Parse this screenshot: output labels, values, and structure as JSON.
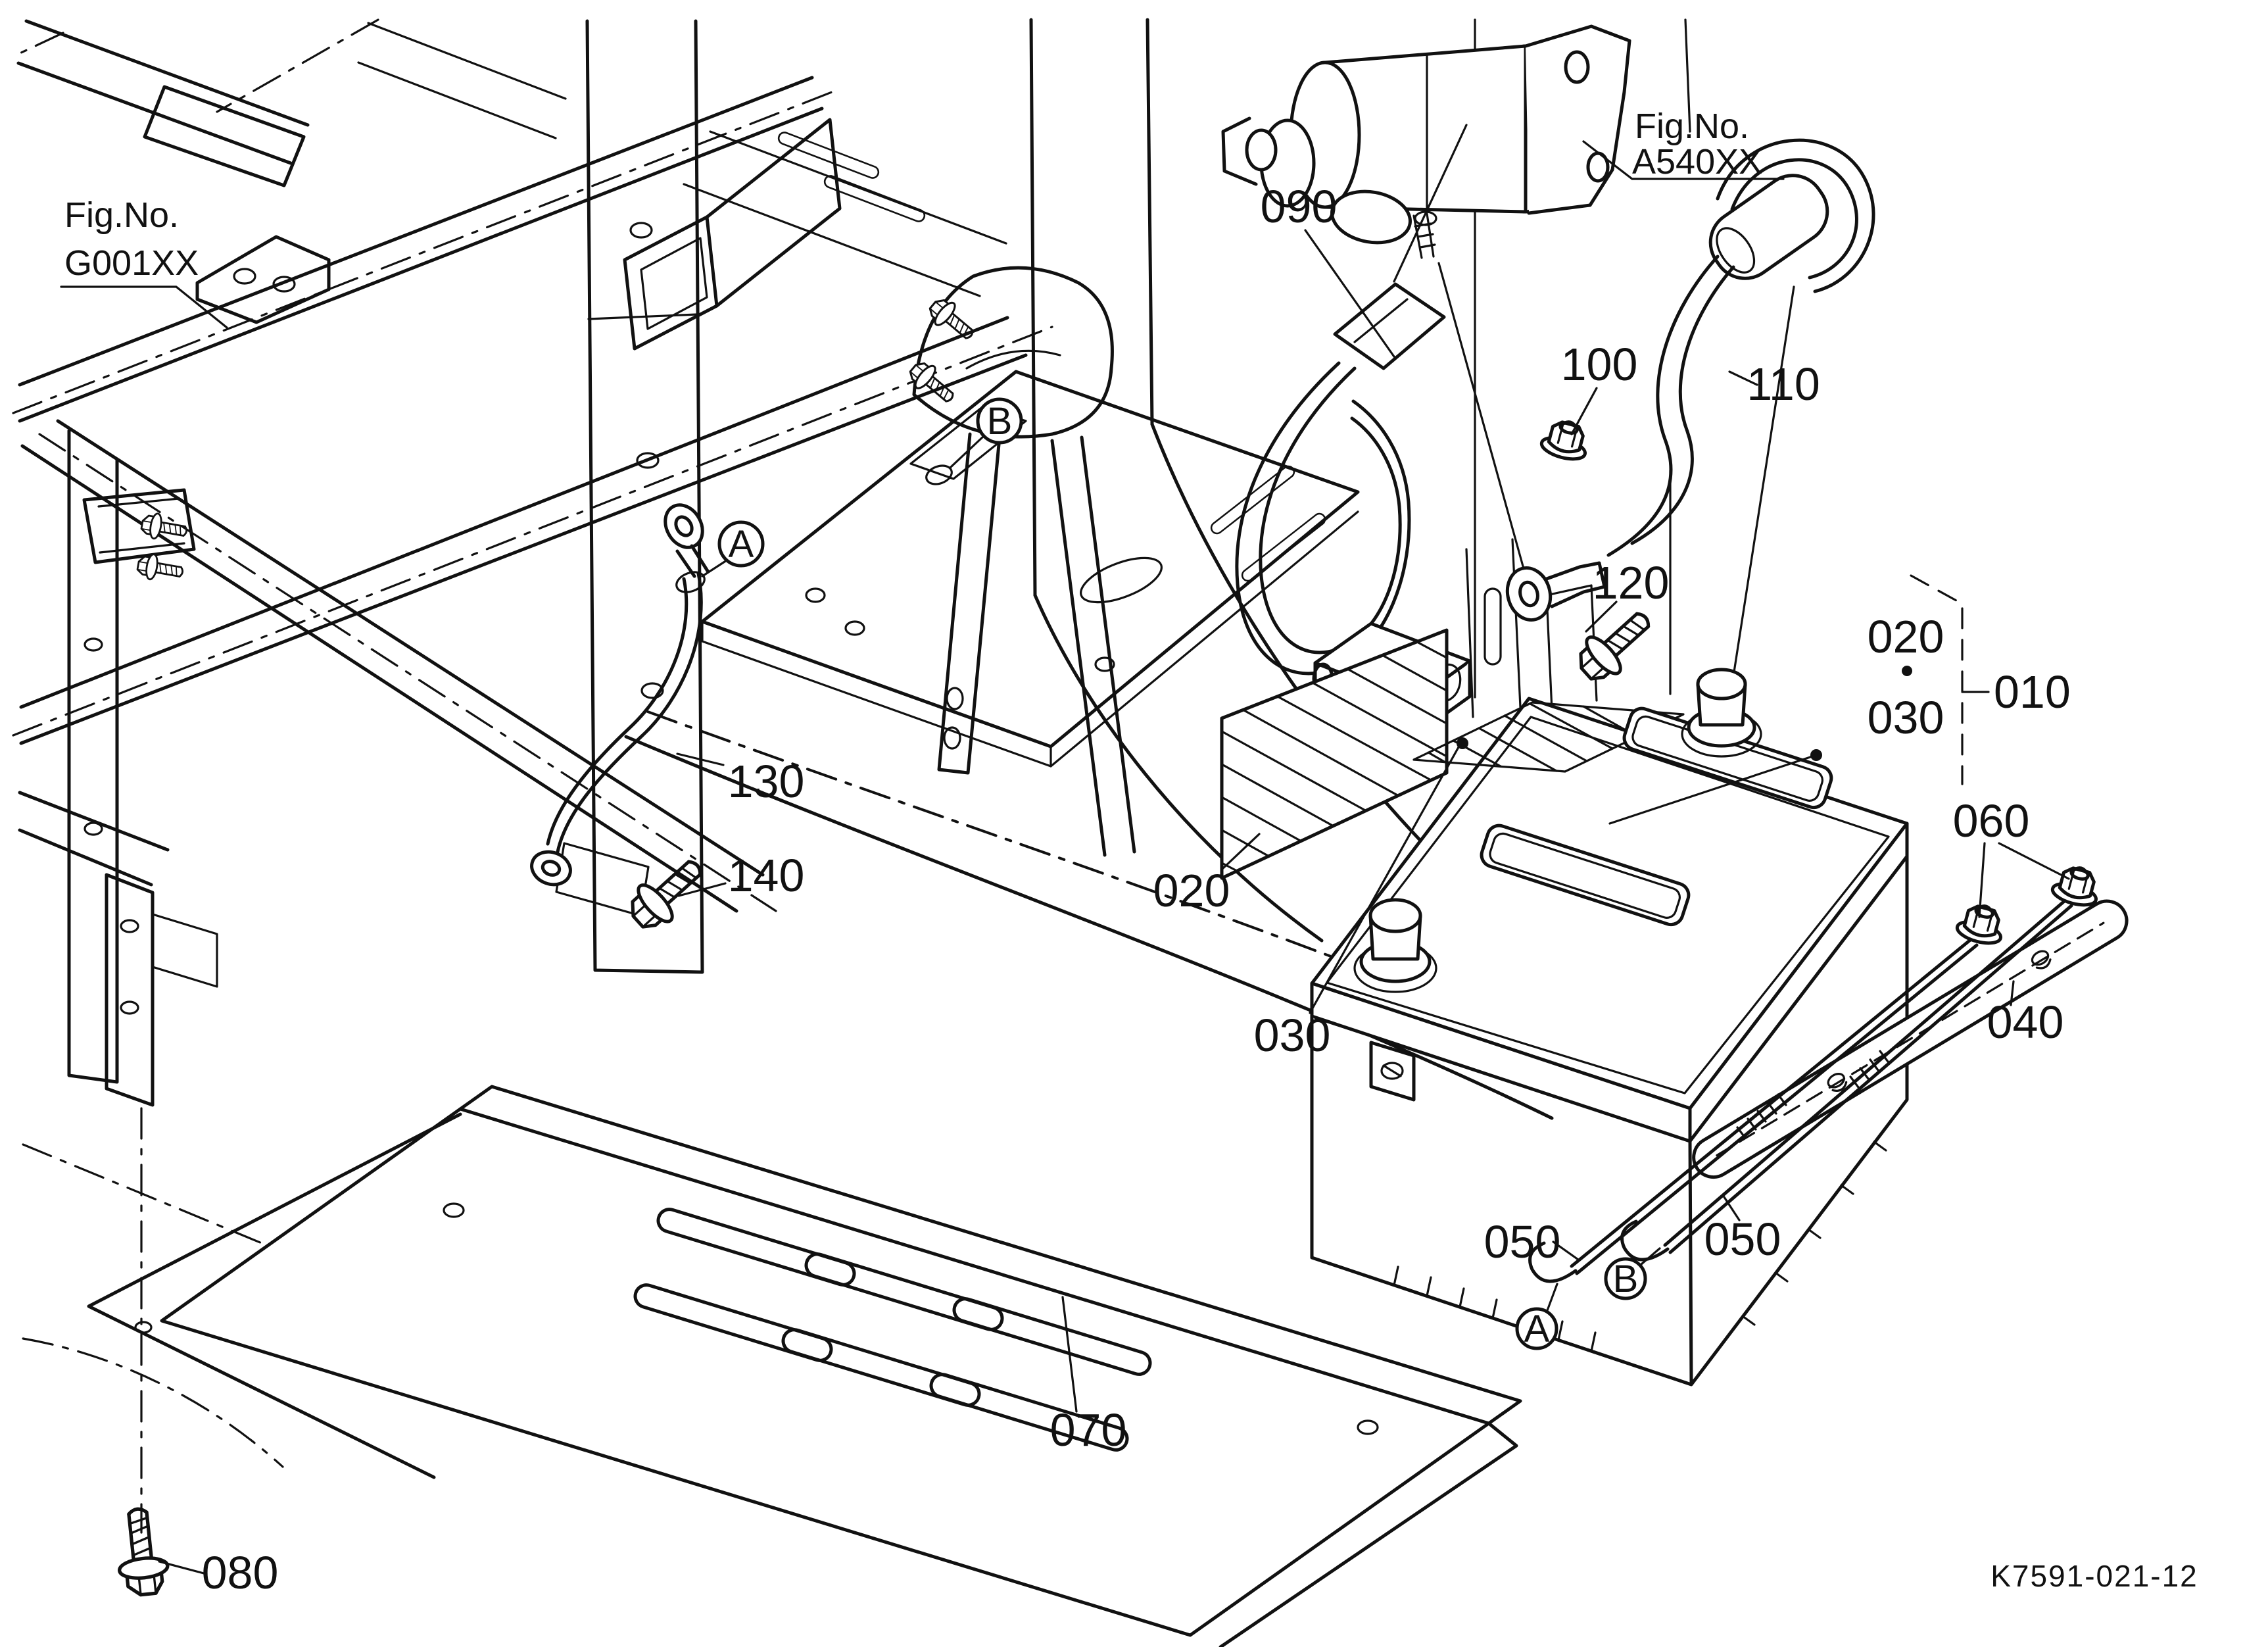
{
  "diagram": {
    "type": "exploded-parts-diagram",
    "background": "#ffffff",
    "line_color": "#111111",
    "drawing_number": "K7591-021-12",
    "figure_refs": {
      "frame": {
        "prefix": "Fig.No.",
        "code": "G001XX"
      },
      "starter": {
        "prefix": "Fig.No.",
        "code": "A540XX"
      }
    },
    "view_markers": {
      "a": "A",
      "b": "B"
    },
    "legend": {
      "item_top": "020",
      "item_bottom": "030",
      "group": "010"
    },
    "callouts": {
      "010": "010",
      "020": "020",
      "030": "030",
      "040": "040",
      "050": "050",
      "060": "060",
      "070": "070",
      "080": "080",
      "090": "090",
      "100": "100",
      "110": "110",
      "120": "120",
      "130": "130",
      "140": "140"
    }
  }
}
